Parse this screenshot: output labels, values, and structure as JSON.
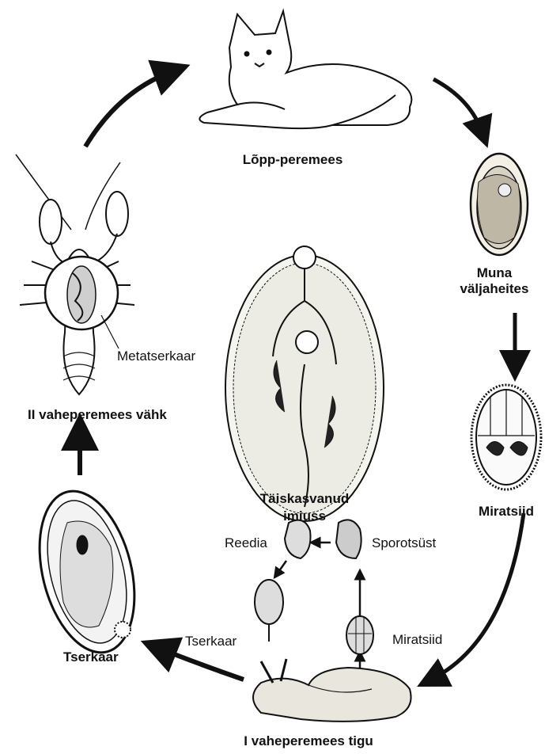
{
  "labels": {
    "final_host": "Lõpp-peremees",
    "egg_line1": "Muna",
    "egg_line2": "väljaheites",
    "miracidium": "Miratsiid",
    "adult_line1": "Täiskasvanud",
    "adult_line2": "imiuss",
    "second_host": "II vaheperemees vähk",
    "metacercaria": "Metatserkaar",
    "cercaria": "Tserkaar",
    "first_host": "I vaheperemees tigu",
    "inner_redia": "Reedia",
    "inner_sporocyst": "Sporotsüst",
    "inner_cercaria": "Tserkaar",
    "inner_miracidium": "Miratsiid"
  },
  "icons": [
    "cat-illustration",
    "egg-illustration",
    "miracidium-illustration",
    "snail-illustration",
    "cercaria-illustration",
    "crayfish-illustration",
    "adult-fluke-illustration",
    "redia-illustration",
    "sporocyst-illustration"
  ]
}
